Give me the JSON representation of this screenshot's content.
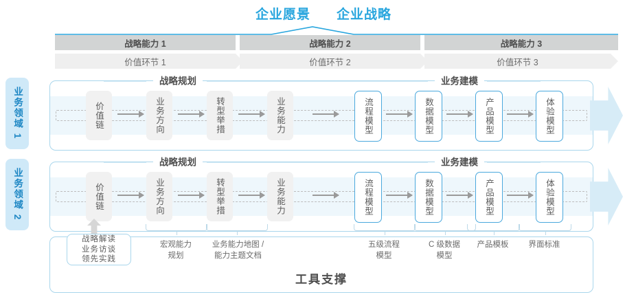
{
  "header": {
    "vision_title": "企业愿景",
    "strategy_title": "企业战略"
  },
  "capability_bars": [
    {
      "label": "战略能力 1"
    },
    {
      "label": "战略能力 2"
    },
    {
      "label": "战略能力 3"
    }
  ],
  "value_bars": [
    {
      "label": "价值环节 1"
    },
    {
      "label": "价值环节 2"
    },
    {
      "label": "价值环节 3"
    }
  ],
  "domains": [
    {
      "tab_label": "业务领域 1",
      "sections": [
        {
          "caption": "战略规划"
        },
        {
          "caption": "业务建模"
        }
      ],
      "nodes": [
        {
          "label": "价值链",
          "style": "grey"
        },
        {
          "label": "业务方向",
          "style": "grey"
        },
        {
          "label": "转型举措",
          "style": "grey"
        },
        {
          "label": "业务能力",
          "style": "grey"
        },
        {
          "label": "流程模型",
          "style": "blue"
        },
        {
          "label": "数据模型",
          "style": "blue"
        },
        {
          "label": "产品模型",
          "style": "blue"
        },
        {
          "label": "体验模型",
          "style": "blue"
        }
      ]
    },
    {
      "tab_label": "业务领域 2",
      "sections": [
        {
          "caption": "战略规划"
        },
        {
          "caption": "业务建模"
        }
      ],
      "nodes": [
        {
          "label": "价值链",
          "style": "grey"
        },
        {
          "label": "业务方向",
          "style": "grey"
        },
        {
          "label": "转型举措",
          "style": "grey"
        },
        {
          "label": "业务能力",
          "style": "grey"
        },
        {
          "label": "流程模型",
          "style": "blue"
        },
        {
          "label": "数据模型",
          "style": "blue"
        },
        {
          "label": "产品模型",
          "style": "blue"
        },
        {
          "label": "体验模型",
          "style": "blue"
        }
      ]
    }
  ],
  "tools": {
    "title": "工具支撑",
    "first_box": "战略解读\n业务访谈\n领先实践",
    "labels": [
      {
        "text": "宏观能力\n规划"
      },
      {
        "text": "业务能力地图 /\n能力主题文档"
      },
      {
        "text": "五级流程\n模型"
      },
      {
        "text": "C 级数据\n模型"
      },
      {
        "text": "产品模板"
      },
      {
        "text": "界面标准"
      }
    ]
  },
  "colors": {
    "accent_blue": "#29a6de",
    "panel_border": "#a9d6ec",
    "tab_bg": "#cfe9f8",
    "band_bg": "#eef7fc",
    "band_arrow": "#d7ecf7",
    "cap_bar": "#d2d4d4",
    "val_bar": "#efefef",
    "node_grey": "#f1f1f1",
    "node_blue_border": "#4aa8dd",
    "arrow_grey": "#9a9a9a"
  }
}
